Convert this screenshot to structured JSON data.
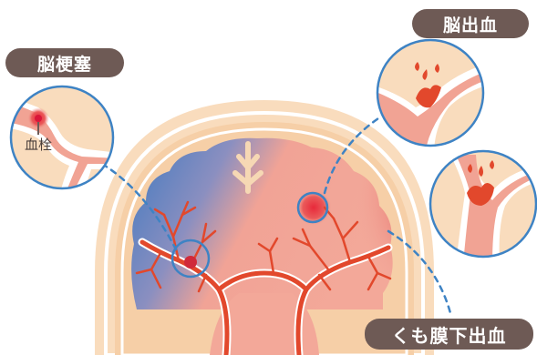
{
  "labels": {
    "cerebral_infarction": "脳梗塞",
    "cerebral_hemorrhage": "脳出血",
    "subarachnoid_hemorrhage": "くも膜下出血",
    "thrombus": "血栓"
  },
  "colors": {
    "label_bg": "#6e5a55",
    "skull": "#f7d3ad",
    "brain_pink": "#f3a596",
    "brain_blue": "#4a7fc1",
    "artery": "#e2482c",
    "callout_ring": "#3e83c4"
  }
}
